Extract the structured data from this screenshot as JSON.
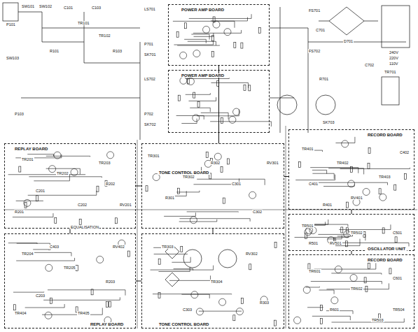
{
  "diagram": {
    "nodes": [
      {
        "text": [
          "POWER AMP BOARD"
        ]
      },
      {
        "text": [
          "POWER AMP BOARD"
        ]
      },
      {
        "text": [
          "RECORD BOARD"
        ]
      },
      {
        "text": [
          "REPLAY BOARD"
        ]
      },
      {
        "text": [
          "TONE CONTROL BOARD"
        ]
      },
      {
        "text": [
          "OSCILLATOR UNIT"
        ]
      },
      {
        "text": [
          "RECORD BOARD"
        ]
      },
      {
        "text": [
          "REPLAY BOARD"
        ]
      },
      {
        "text": [
          "TONE CONTROL BOARD"
        ]
      }
    ],
    "edges": [
      {
        "from": 3,
        "to": 4,
        "arrow": "none"
      },
      {
        "from": 4,
        "to": 0,
        "arrow": "none"
      },
      {
        "from": 4,
        "to": 1,
        "arrow": "none"
      },
      {
        "from": 4,
        "to": 2,
        "arrow": "none"
      },
      {
        "from": 2,
        "to": 5,
        "arrow": "none"
      },
      {
        "from": 5,
        "to": 6,
        "arrow": "none"
      },
      {
        "from": 7,
        "to": 8,
        "arrow": "none"
      },
      {
        "from": 3,
        "to": 7,
        "arrow": "none"
      },
      {
        "from": 4,
        "to": 8,
        "arrow": "none"
      }
    ],
    "labels": [
      "SW101",
      "SW102",
      "P101",
      "C101",
      "C103",
      "TR101",
      "TR102",
      "R101",
      "R103",
      "SW103",
      "P103",
      "LS701",
      "P701",
      "SK701",
      "LS702",
      "P702",
      "SK702",
      "FS701",
      "FS702",
      "D701",
      "C701",
      "C702",
      "R701",
      "240V",
      "220V",
      "110V",
      "SK703",
      "TR701",
      "TR301",
      "TR302",
      "R301",
      "R302",
      "C301",
      "C302",
      "RV301",
      "TR201",
      "TR202",
      "TR203",
      "RV201",
      "C201",
      "C202",
      "R201",
      "R202",
      "TR401",
      "TR402",
      "TR403",
      "RV401",
      "C401",
      "C402",
      "R401",
      "EQUALISATION",
      "TR501",
      "TR502",
      "RV501",
      "C501",
      "R501",
      "TR601",
      "TR602",
      "C601",
      "R601",
      "TR303",
      "TR304",
      "RV302",
      "C303",
      "R303",
      "TR204",
      "TR205",
      "C203",
      "R203",
      "TR404",
      "TR405",
      "RV402",
      "C403",
      "TR503",
      "TR504"
    ]
  }
}
